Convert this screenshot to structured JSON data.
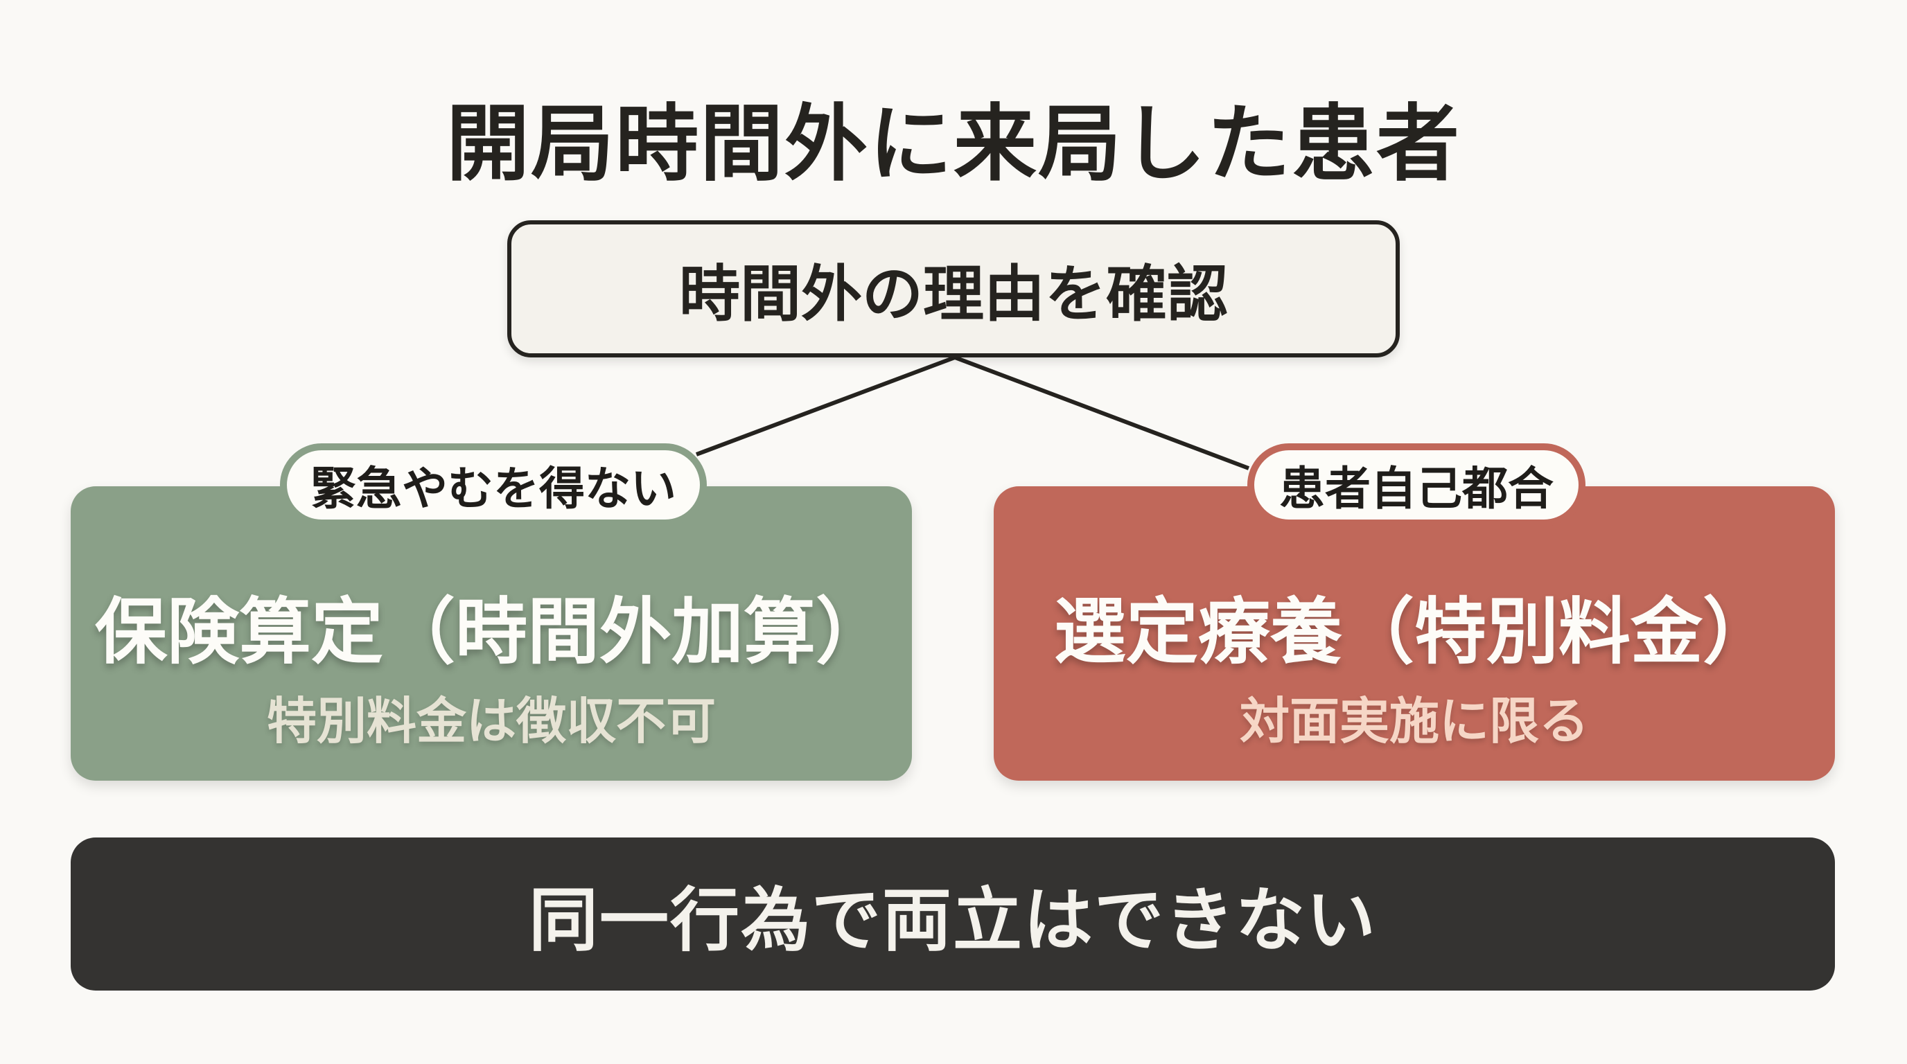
{
  "title": "開局時間外に来局した患者",
  "question": "時間外の理由を確認",
  "branches": [
    {
      "tag": "緊急やむを得ない",
      "main": "保険算定（時間外加算）",
      "sub": "特別料金は徴収不可",
      "color": "#8aa088"
    },
    {
      "tag": "患者自己都合",
      "main": "選定療養（特別料金）",
      "sub": "対面実施に限る",
      "color": "#c0685a"
    }
  ],
  "footer": "同一行為で両立はできない"
}
